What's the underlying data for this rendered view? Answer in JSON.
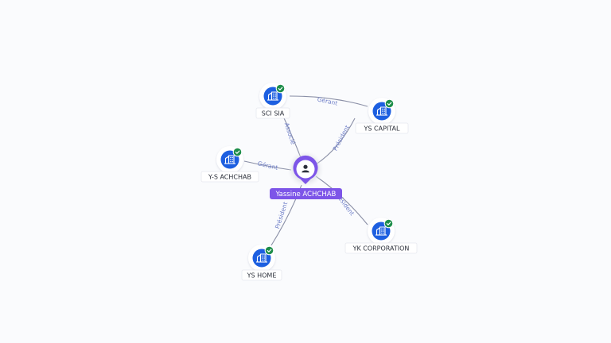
{
  "colors": {
    "person_accent": "#7d55e8",
    "company_icon": "#1d5fe0",
    "verified_badge": "#1e8e4a",
    "edge": "#8a8fa6",
    "edge_label": "#6f7fc8"
  },
  "center": {
    "label": "Yassine ACHCHAB",
    "icon": "person-icon"
  },
  "companies": [
    {
      "id": "sci-sia",
      "label": "SCI SIA",
      "icon": "building-icon",
      "badge": "check-icon"
    },
    {
      "id": "ys-capital",
      "label": "YS CAPITAL",
      "icon": "building-icon",
      "badge": "check-icon"
    },
    {
      "id": "y-s-achchab",
      "label": "Y-S ACHCHAB",
      "icon": "building-icon",
      "badge": "check-icon"
    },
    {
      "id": "yk-corporation",
      "label": "YK CORPORATION",
      "icon": "building-icon",
      "badge": "check-icon"
    },
    {
      "id": "ys-home",
      "label": "YS HOME",
      "icon": "building-icon",
      "badge": "check-icon"
    }
  ],
  "links": [
    {
      "from": "center",
      "to": "sci-sia",
      "label": "Associé"
    },
    {
      "from": "center",
      "to": "ys-capital",
      "label": "Président"
    },
    {
      "from": "center",
      "to": "y-s-achchab",
      "label": "Gérant"
    },
    {
      "from": "center",
      "to": "yk-corporation",
      "label": "Président"
    },
    {
      "from": "center",
      "to": "ys-home",
      "label": "Président"
    },
    {
      "from": "ys-capital",
      "to": "sci-sia",
      "label": "Gérant"
    }
  ]
}
